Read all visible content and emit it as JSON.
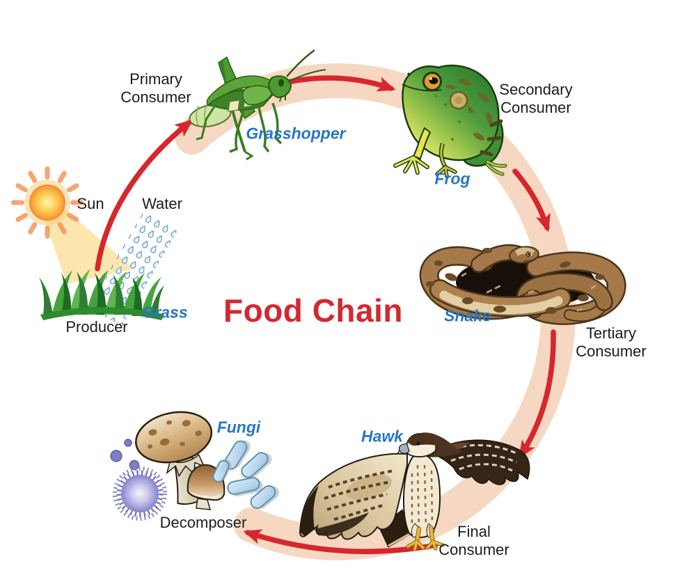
{
  "title": "Food Chain",
  "environment": {
    "sun": "Sun",
    "water": "Water"
  },
  "chain": [
    {
      "organism": "Grass",
      "role": "Producer"
    },
    {
      "organism": "Grasshopper",
      "role": "Primary Consumer"
    },
    {
      "organism": "Frog",
      "role": "Secondary Consumer"
    },
    {
      "organism": "Snake",
      "role": "Tertiary Consumer"
    },
    {
      "organism": "Hawk",
      "role": "Final Consumer"
    },
    {
      "organism": "Fungi",
      "role": "Decomposer"
    }
  ],
  "colors": {
    "ring_band": "#f6d8c2",
    "arrow_red": "#d7262c",
    "organism_label_blue": "#2776c4",
    "role_label_black": "#1c1c1c",
    "title_red": "#d32830"
  }
}
